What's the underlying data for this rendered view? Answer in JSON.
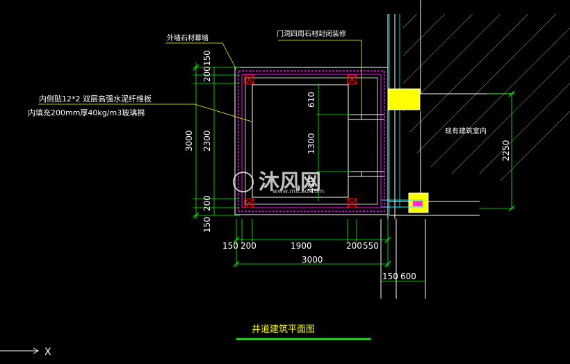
{
  "annotations": {
    "outer_wall": "外墙石材幕墙",
    "door_opening": "门洞四周石材封闭装修",
    "inner_board": "内侧贴12*2 双层高强水泥纤维板",
    "inner_fill": "内填充200mm厚40kg/m3玻璃棉",
    "existing_building": "现有建筑室内"
  },
  "dimensions": {
    "left": [
      "150",
      "200",
      "3000",
      "2300",
      "200",
      "150"
    ],
    "bottom_row1": [
      "150",
      "200",
      "1900",
      "200",
      "550"
    ],
    "bottom_row2": "3000",
    "bottom_row3": [
      "150",
      "600"
    ],
    "inner_vertical": [
      "610",
      "1300",
      "410"
    ],
    "right": "2250"
  },
  "title": "井道建筑平面图",
  "axis": {
    "x_label": "X"
  },
  "watermark": {
    "brand": "沐风网",
    "url": "www.mfcad.com"
  },
  "colors": {
    "background": "#000000",
    "dimension": "#00ff00",
    "wall": "#ffffff",
    "panel": "#ff00ff",
    "column": "#ff0000",
    "leader": "#ffff00",
    "text": "#ffffff",
    "title": "#ffff00",
    "hatch": "#ffffff",
    "structure": "#00ffff"
  }
}
